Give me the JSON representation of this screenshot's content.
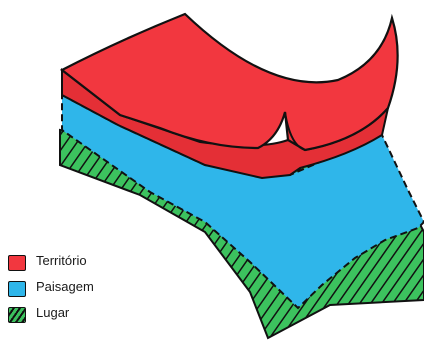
{
  "colors": {
    "territorio": "#f2373f",
    "paisagem": "#2fb6ea",
    "lugar": "#3cc25e",
    "outline": "#111111"
  },
  "legend": {
    "items": [
      {
        "label": "Território",
        "color": "#f2373f",
        "pattern": "solid"
      },
      {
        "label": "Paisagem",
        "color": "#2fb6ea",
        "pattern": "solid"
      },
      {
        "label": "Lugar",
        "color": "#3cc25e",
        "pattern": "hatched"
      }
    ]
  }
}
